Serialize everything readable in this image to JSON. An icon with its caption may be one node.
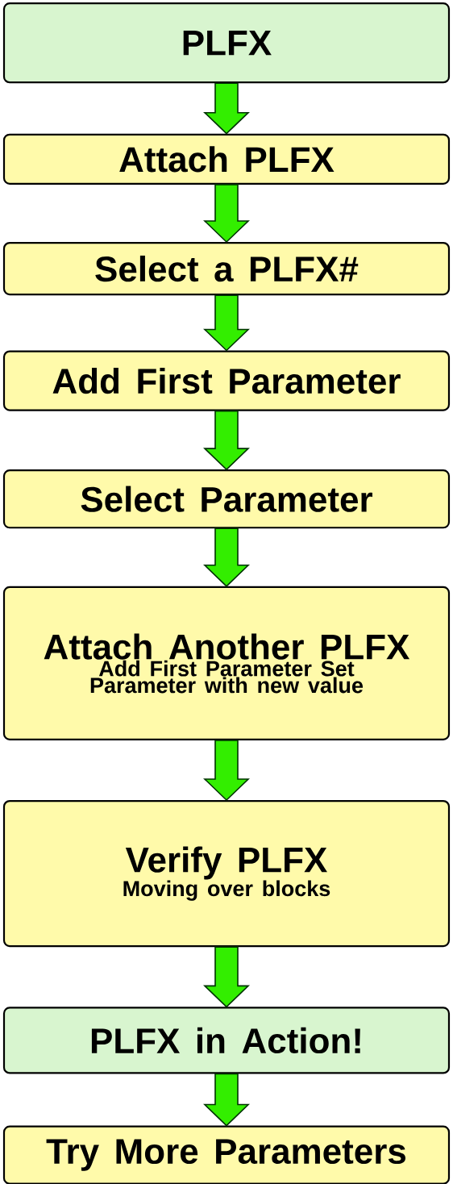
{
  "diagram": {
    "nodes": [
      {
        "text": [
          "PLFX"
        ]
      },
      {
        "text": [
          "Attach PLFX"
        ]
      },
      {
        "text": [
          "Select a PLFX#"
        ]
      },
      {
        "text": [
          "Add First Parameter"
        ]
      },
      {
        "text": [
          "Select Parameter"
        ]
      },
      {
        "text": [
          "Attach Another PLFX",
          "Add First Parameter Set Parameter with new value"
        ]
      },
      {
        "text": [
          "Verify PLFX",
          "Moving over blocks"
        ]
      },
      {
        "text": [
          "PLFX in Action!"
        ]
      },
      {
        "text": [
          "Try More Parameters"
        ]
      }
    ],
    "edges": [
      {
        "from": 0,
        "to": 1,
        "arrow": "to"
      },
      {
        "from": 1,
        "to": 2,
        "arrow": "to"
      },
      {
        "from": 2,
        "to": 3,
        "arrow": "to"
      },
      {
        "from": 3,
        "to": 4,
        "arrow": "to"
      },
      {
        "from": 4,
        "to": 5,
        "arrow": "to"
      },
      {
        "from": 5,
        "to": 6,
        "arrow": "to"
      },
      {
        "from": 6,
        "to": 7,
        "arrow": "to"
      },
      {
        "from": 7,
        "to": 8,
        "arrow": "to"
      }
    ]
  }
}
